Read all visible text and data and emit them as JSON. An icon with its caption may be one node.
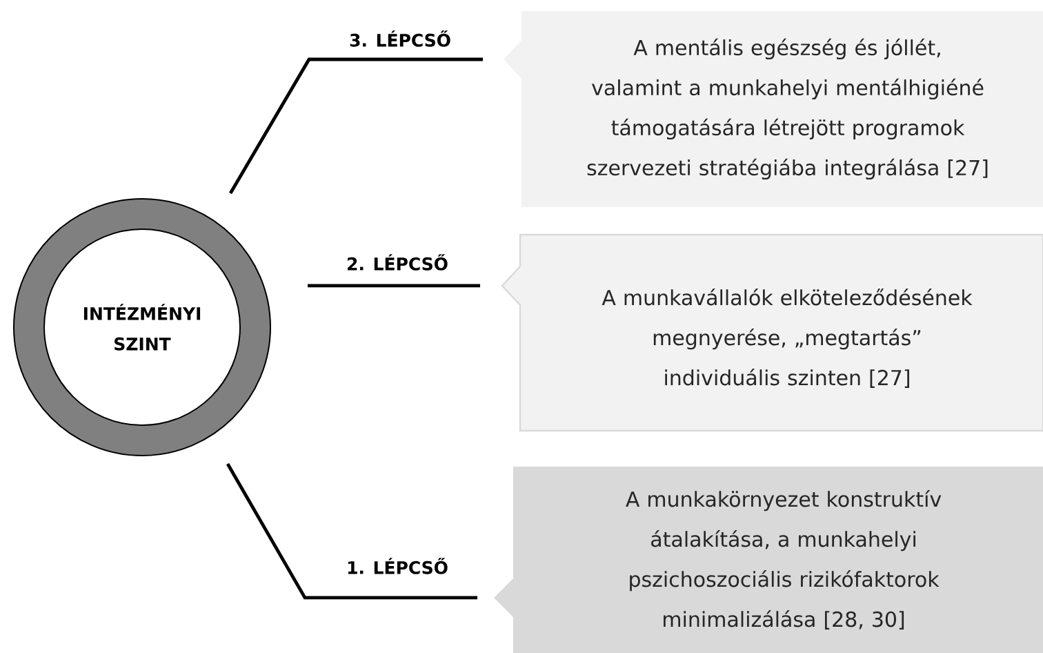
{
  "diagram": {
    "nodes": [
      {
        "text": [
          "INTÉZMÉNYI SZINT"
        ]
      },
      {
        "text": [
          "A mentális egészség és jóllét, valamint a munkahelyi mentálhigiéné támogatására létrejött programok szervezeti stratégiába integrálása [27]"
        ]
      },
      {
        "text": [
          "A munkavállalók elköteleződésének megnyerése, „megtartás” individuális szinten [27]"
        ]
      },
      {
        "text": [
          "A munkakörnyezet  konstruktív átalakítása, a munkahelyi pszichoszociális rizikófaktorok minimalizálása [28, 30]"
        ]
      }
    ],
    "edges": [
      {
        "from": 0,
        "to": 1,
        "arrow": "none",
        "label": "3. LÉPCSŐ"
      },
      {
        "from": 0,
        "to": 2,
        "arrow": "none",
        "label": "2. LÉPCSŐ"
      },
      {
        "from": 0,
        "to": 3,
        "arrow": "none",
        "label": "1. LÉPCSŐ"
      }
    ]
  }
}
